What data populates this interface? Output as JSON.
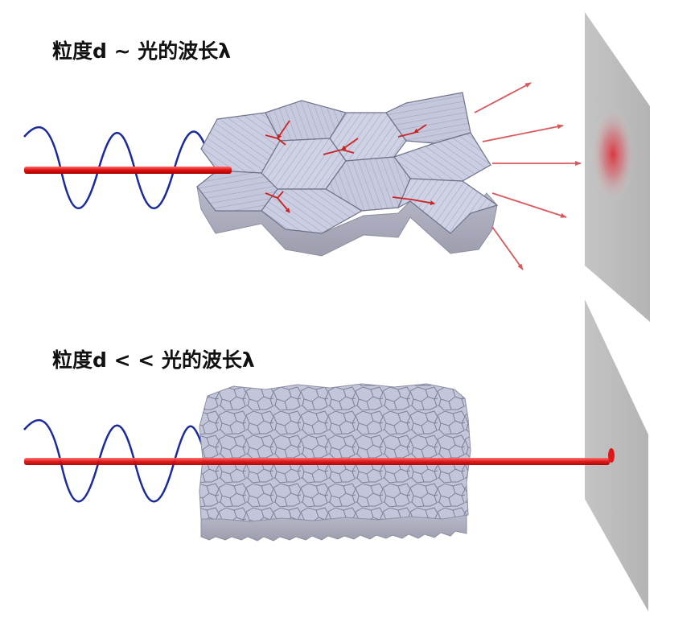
{
  "panels": {
    "top": {
      "caption": "粒度d ~ 光的波长λ",
      "screen_pattern": "diffuse-scatter"
    },
    "bottom": {
      "caption": "粒度d < < 光的波长λ",
      "screen_pattern": "sharp-spot"
    }
  },
  "colors": {
    "wave": "#1b2a9c",
    "beam": "#e01818",
    "scatter_arrow": "#d9585c",
    "grain_top": "#c9cbe0",
    "grain_side": "#a9abbb",
    "screen": "#bdbdbd"
  }
}
